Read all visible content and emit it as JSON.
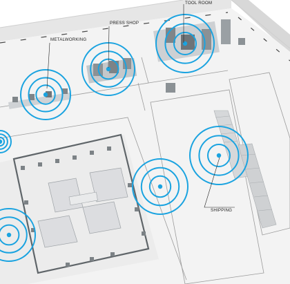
{
  "zones": [
    {
      "id": "metalworking",
      "label": "METALWORKING"
    },
    {
      "id": "press-shop",
      "label": "PRESS SHOP"
    },
    {
      "id": "tool-room",
      "label": "TOOL ROOM"
    },
    {
      "id": "shipping",
      "label": "SHIPPING"
    }
  ],
  "colors": {
    "signal": "#1aa3e0",
    "floor": "#f2f2f2",
    "wall": "#e3e3e3",
    "machine": "#b9bdc2",
    "conveyor": "#d9dadb"
  },
  "icons": [
    "wireless-signal-icon"
  ]
}
